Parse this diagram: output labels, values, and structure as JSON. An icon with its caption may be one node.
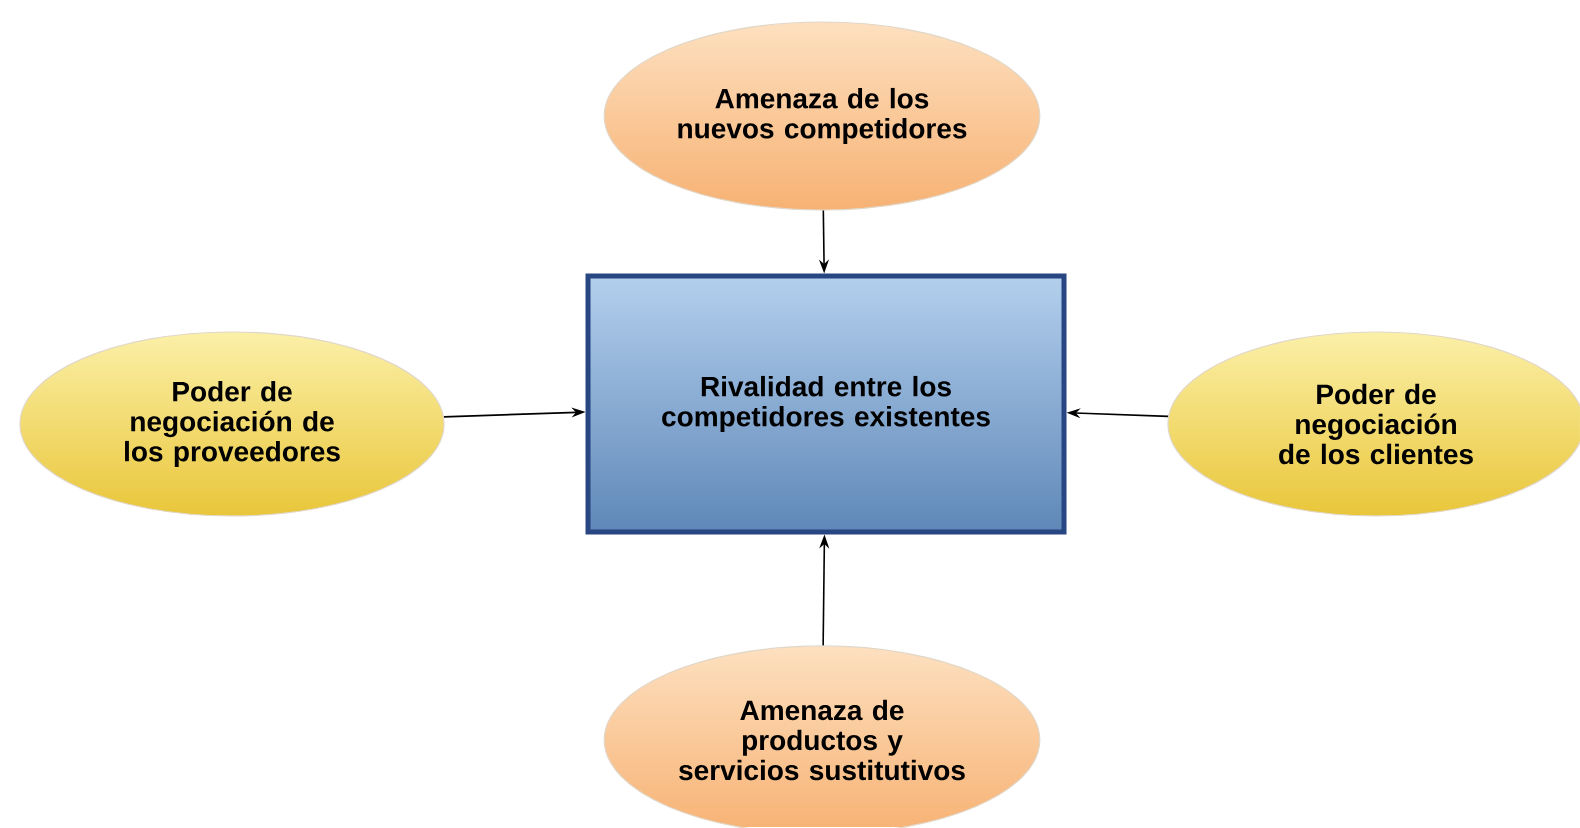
{
  "diagram": {
    "nodes": [
      {
        "text": [
          "Rivalidad entre los competidores existentes"
        ]
      },
      {
        "text": [
          "Amenaza de los nuevos competidores"
        ]
      },
      {
        "text": [
          "Poder de negociación de los proveedores"
        ]
      },
      {
        "text": [
          "Poder de negociación de los clientes"
        ]
      },
      {
        "text": [
          "Amenaza de productos y servicios sustitutivos"
        ]
      }
    ],
    "edges": [
      {
        "from": 1,
        "to": 0,
        "arrow": "to"
      },
      {
        "from": 2,
        "to": 0,
        "arrow": "to"
      },
      {
        "from": 3,
        "to": 0,
        "arrow": "to"
      },
      {
        "from": 4,
        "to": 0,
        "arrow": "to"
      }
    ]
  }
}
